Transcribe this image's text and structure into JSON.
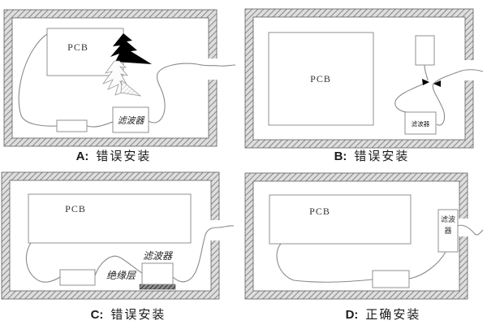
{
  "figure": {
    "panels": [
      {
        "letter": "A:",
        "caption": "错误安装",
        "pcb_label": "PCB",
        "filter_label": "滤波器"
      },
      {
        "letter": "B:",
        "caption": "错误安装",
        "pcb_label": "PCB",
        "filter_label": "滤波器"
      },
      {
        "letter": "C:",
        "caption": "错误安装",
        "pcb_label": "PCB",
        "filter_label": "滤波器",
        "insulation_label": "绝缘层"
      },
      {
        "letter": "D:",
        "caption": "正确安装",
        "pcb_label": "PCB",
        "filter_label": "滤波器"
      }
    ],
    "colors": {
      "cable": "#8a8a8a",
      "box_stroke": "#909090",
      "bolt": "#000000",
      "wall_hatch_line": "#777777",
      "wall_hatch_bg": "#dedede",
      "caption": "#1a1a1a",
      "background": "#ffffff"
    }
  }
}
